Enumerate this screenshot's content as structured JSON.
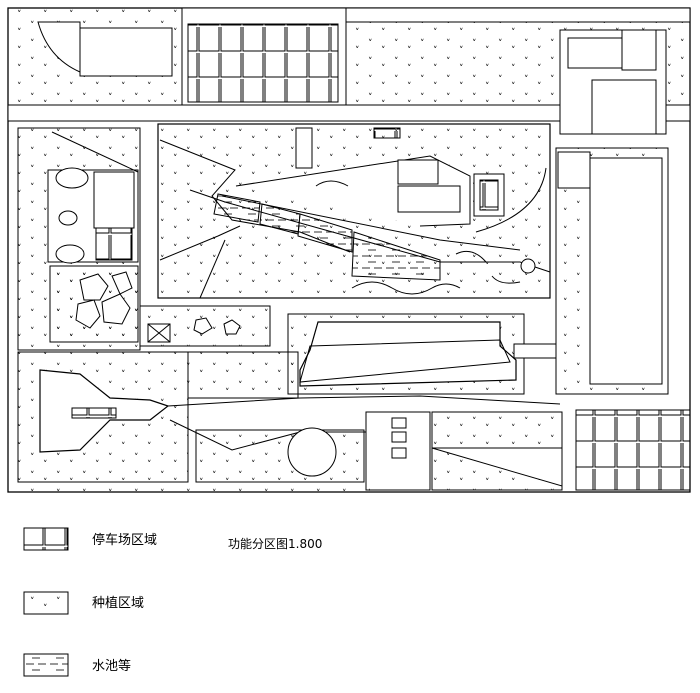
{
  "legend": {
    "parking": "停车场区域",
    "planting": "种植区域",
    "water": "水池等"
  },
  "caption": "功能分区图1.800"
}
